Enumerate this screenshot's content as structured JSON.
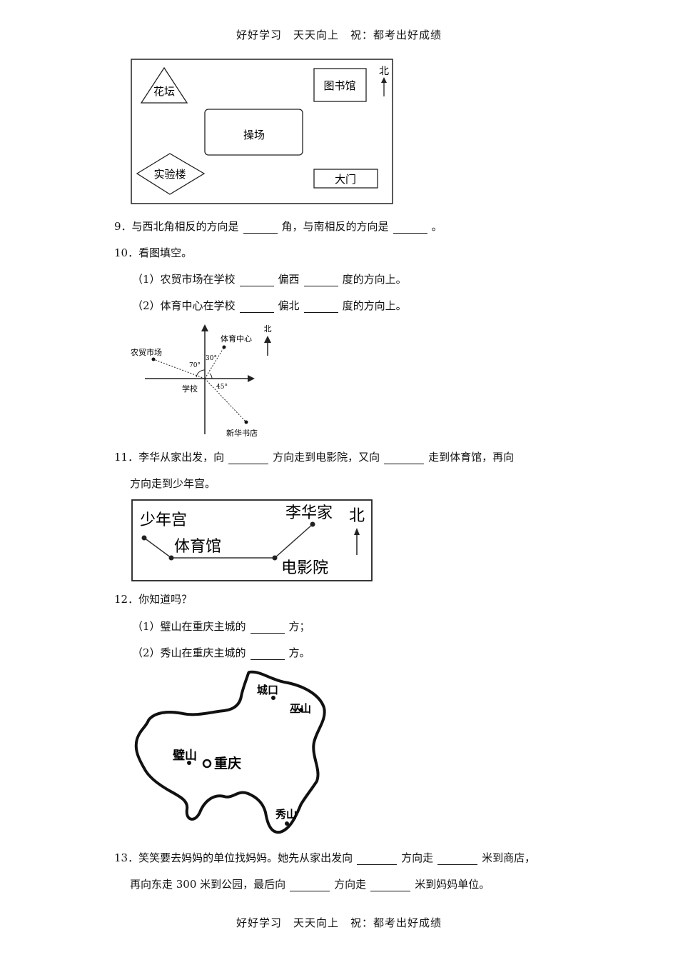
{
  "header": "好好学习　天天向上　祝：都考出好成绩",
  "footer": "好好学习　天天向上　祝：都考出好成绩",
  "map1": {
    "north": "北",
    "flowerbed": "花坛",
    "library": "图书馆",
    "playground": "操场",
    "lab_building": "实验楼",
    "gate": "大门"
  },
  "q9": {
    "a": "9．与西北角相反的方向是",
    "b": "角，与南相反的方向是",
    "c": "。"
  },
  "q10": {
    "title": "10．看图填空。",
    "p1a": "（1）农贸市场在学校",
    "p1b": "偏西",
    "p1c": "度的方向上。",
    "p2a": "（2）体育中心在学校",
    "p2b": "偏北",
    "p2c": "度的方向上。"
  },
  "map2": {
    "north": "北",
    "sports_center": "体育中心",
    "market": "农贸市场",
    "school": "学校",
    "bookstore": "新华书店",
    "angle_70": "70°",
    "angle_30": "30°",
    "angle_45": "45°"
  },
  "q11": {
    "a": "11．李华从家出发，向",
    "b": "方向走到电影院，又向",
    "c": "走到体育馆，再向",
    "d": "方向走到少年宫。"
  },
  "map3": {
    "youth_palace": "少年宫",
    "gym": "体育馆",
    "lihua_home": "李华家",
    "cinema": "电影院",
    "north": "北"
  },
  "q12": {
    "title": "12．你知道吗？",
    "p1a": "（1）璧山在重庆主城的",
    "p1b": "方；",
    "p2a": "（2）秀山在重庆主城的",
    "p2b": "方。"
  },
  "map4": {
    "chengkou": "城口",
    "wushan": "巫山",
    "bishan": "璧山",
    "chongqing": "重庆",
    "xiushan": "秀山"
  },
  "q13": {
    "a": "13．笑笑要去妈妈的单位找妈妈。她先从家出发向",
    "b": "方向走",
    "c": "米到商店，",
    "d": "再向东走 300 米到公园，最后向",
    "e": "方向走",
    "f": "米到妈妈单位。"
  }
}
